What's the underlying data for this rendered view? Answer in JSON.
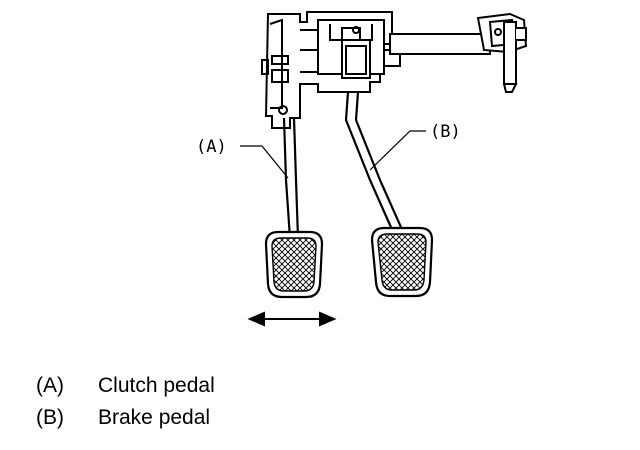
{
  "callouts": {
    "a": "(A)",
    "b": "(B)"
  },
  "legend": [
    {
      "key": "(A)",
      "label": "Clutch pedal"
    },
    {
      "key": "(B)",
      "label": "Brake pedal"
    }
  ]
}
